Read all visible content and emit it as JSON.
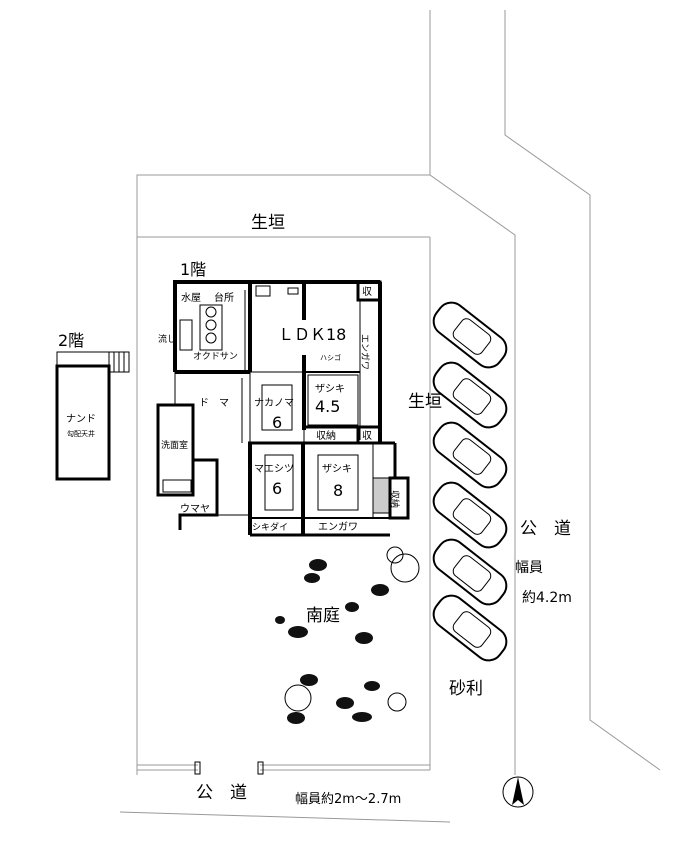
{
  "labels": {
    "hedge_top": "生垣",
    "floor1": "1階",
    "floor2": "2階",
    "hedge_right": "生垣",
    "road_right": "公　道",
    "road_right_width_label": "幅員",
    "road_right_width": "約4.2m",
    "south_garden": "南庭",
    "gravel": "砂利",
    "road_bottom": "公　道",
    "road_bottom_width": "幅員約2m～2.7m"
  },
  "rooms": {
    "mizuya": "水屋",
    "kitchen": "台所",
    "nagashi": "流し",
    "okudosan": "オクドサン",
    "ldk": "ＬＤＫ18",
    "storage_top": "収",
    "engawa_right": "エンガワ",
    "hashigo": "ハシゴ",
    "doma": "ド　マ",
    "nakanoma": "ナカノマ",
    "nakanoma_size": "6",
    "zashiki_small": "ザシキ",
    "zashiki_small_size": "4.5",
    "shuno": "収納",
    "storage_mid": "収",
    "washroom": "洗面室",
    "maeshitsu": "マエシツ",
    "maeshitsu_size": "6",
    "zashiki": "ザシキ",
    "zashiki_size": "8",
    "shuno_right": "収納",
    "umaya": "ウマヤ",
    "shikidai": "シキダイ",
    "engawa_bottom": "エンガワ",
    "nando": "ナンド",
    "nando_note": "勾配天井"
  }
}
